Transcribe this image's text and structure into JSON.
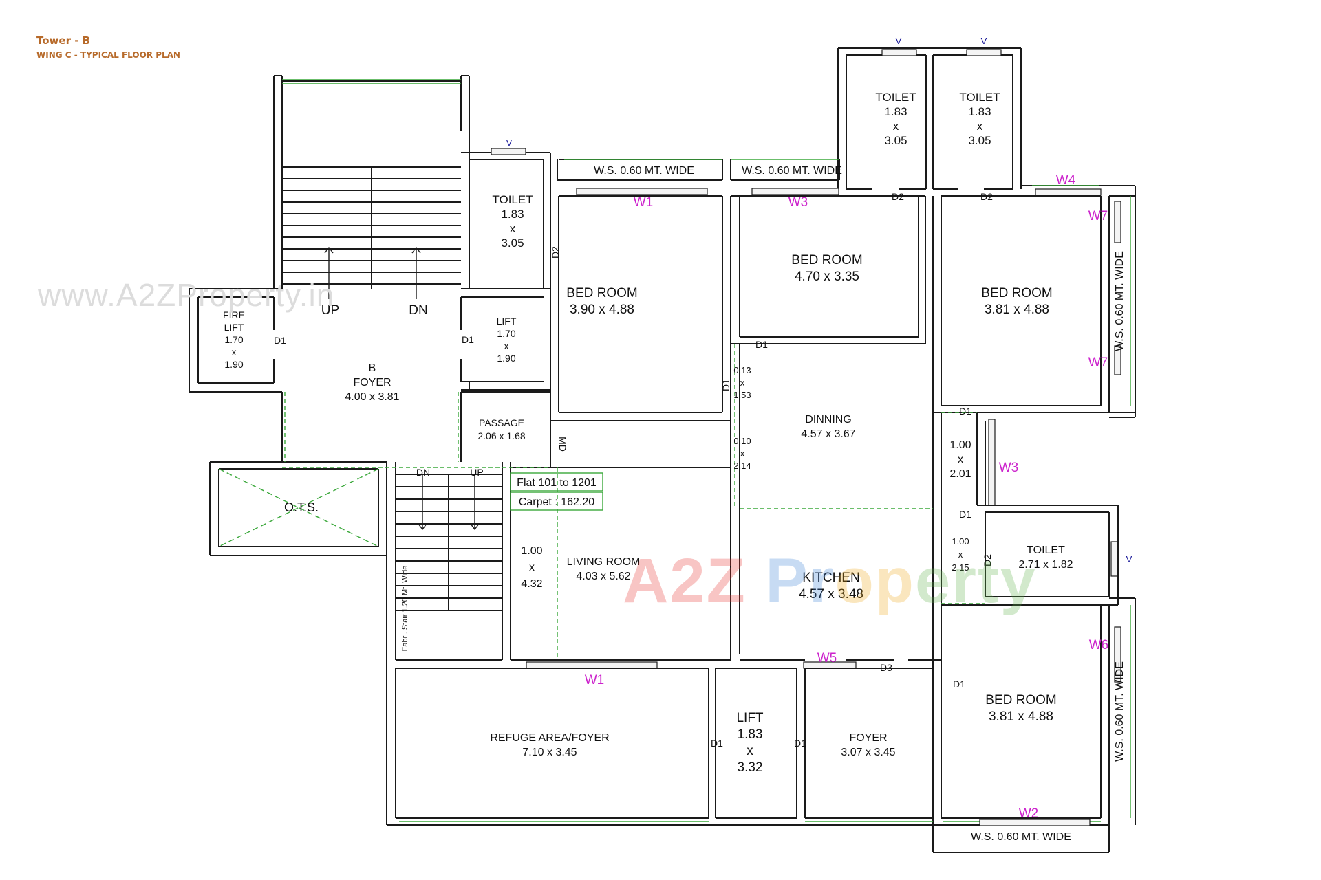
{
  "header": {
    "tower": "Tower - B",
    "subtitle": "WING C - TYPICAL FLOOR PLAN"
  },
  "watermark": {
    "url": "www.A2ZProperty.in",
    "logo": "A2Z Property"
  },
  "colors": {
    "walls": "#1a1a1a",
    "windows": "#3aa83a",
    "window_labels": "#cc22cc",
    "ventilator": "#1a1a99",
    "header": "#b76a2a"
  },
  "flat_info": {
    "flats": "Flat 101 to 1201",
    "carpet": "Carpet : 162.20"
  },
  "rooms": [
    {
      "lines": [
        "TOILET",
        "1.83",
        "x",
        "3.05"
      ]
    },
    {
      "lines": [
        "TOILET",
        "1.83",
        "x",
        "3.05"
      ]
    },
    {
      "lines": [
        "TOILET",
        "1.83",
        "x",
        "3.05"
      ]
    },
    {
      "lines": [
        "BED ROOM",
        "3.90 x 4.88"
      ]
    },
    {
      "lines": [
        "BED ROOM",
        "4.70 x 3.35"
      ]
    },
    {
      "lines": [
        "BED ROOM",
        "3.81 x 4.88"
      ]
    },
    {
      "lines": [
        "FIRE",
        "LIFT",
        "1.70",
        "x",
        "1.90"
      ]
    },
    {
      "lines": [
        "LIFT",
        "1.70",
        "x",
        "1.90"
      ]
    },
    {
      "lines": [
        "B",
        "FOYER",
        "4.00 x 3.81"
      ]
    },
    {
      "lines": [
        "PASSAGE",
        "2.06 x 1.68"
      ]
    },
    {
      "lines": [
        "DINNING",
        "4.57 x 3.67"
      ]
    },
    {
      "lines": [
        "1.00",
        "x",
        "2.01"
      ]
    },
    {
      "lines": [
        "O.T.S."
      ]
    },
    {
      "lines": [
        "1.00",
        "x",
        "4.32"
      ]
    },
    {
      "lines": [
        "LIVING ROOM",
        "4.03 x 5.62"
      ]
    },
    {
      "lines": [
        "KITCHEN",
        "4.57 x 3.48"
      ]
    },
    {
      "lines": [
        "1.00",
        "x",
        "2.15"
      ]
    },
    {
      "lines": [
        "TOILET",
        "2.71 x 1.82"
      ]
    },
    {
      "lines": [
        "REFUGE AREA/FOYER",
        "7.10 x 3.45"
      ]
    },
    {
      "lines": [
        "LIFT",
        "1.83",
        "x",
        "3.32"
      ]
    },
    {
      "lines": [
        "FOYER",
        "3.07 x 3.45"
      ]
    },
    {
      "lines": [
        "BED ROOM",
        "3.81 x 4.88"
      ]
    },
    {
      "lines": [
        "0.13",
        "x",
        "1.53"
      ]
    },
    {
      "lines": [
        "0.10",
        "x",
        "2.14"
      ]
    }
  ],
  "ws_labels": [
    "W.S. 0.60 MT. WIDE",
    "W.S. 0.60 MT. WIDE",
    "W.S. 0.60 MT. WIDE",
    "W.S. 0.60 MT. WIDE",
    "W.S. 0.60 MT. WIDE"
  ],
  "window_labels": [
    "W1",
    "W3",
    "W4",
    "W7",
    "W7",
    "W3",
    "W1",
    "W5",
    "W6",
    "W2"
  ],
  "door_labels": [
    "D2",
    "D2",
    "D2",
    "D2",
    "D1",
    "D1",
    "D1",
    "D1",
    "D1",
    "D1",
    "D1",
    "D1",
    "D1",
    "D3",
    "MD"
  ],
  "vent_labels": [
    "V",
    "V",
    "V",
    "V"
  ],
  "stair_labels": [
    "UP",
    "DN",
    "DN",
    "UP",
    "Fabri. Stair 1.20 Mt. Wide"
  ]
}
